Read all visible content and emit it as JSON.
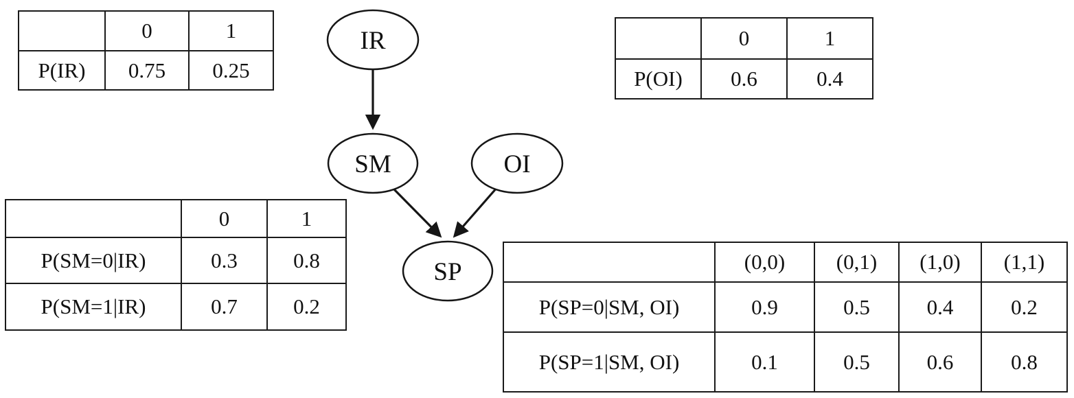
{
  "figure": {
    "type": "bayesian-network",
    "nodes": [
      {
        "id": "IR",
        "label": "IR"
      },
      {
        "id": "SM",
        "label": "SM"
      },
      {
        "id": "OI",
        "label": "OI"
      },
      {
        "id": "SP",
        "label": "SP"
      }
    ],
    "edges": [
      {
        "from": "IR",
        "to": "SM"
      },
      {
        "from": "SM",
        "to": "SP"
      },
      {
        "from": "OI",
        "to": "SP"
      }
    ]
  },
  "tables": {
    "p_ir": {
      "headers": [
        "",
        "0",
        "1"
      ],
      "rows": [
        [
          "P(IR)",
          "0.75",
          "0.25"
        ]
      ]
    },
    "p_oi": {
      "headers": [
        "",
        "0",
        "1"
      ],
      "rows": [
        [
          "P(OI)",
          "0.6",
          "0.4"
        ]
      ]
    },
    "p_sm_given_ir": {
      "headers": [
        "",
        "0",
        "1"
      ],
      "rows": [
        [
          "P(SM=0|IR)",
          "0.3",
          "0.8"
        ],
        [
          "P(SM=1|IR)",
          "0.7",
          "0.2"
        ]
      ]
    },
    "p_sp_given_sm_oi": {
      "headers": [
        "",
        "(0,0)",
        "(0,1)",
        "(1,0)",
        "(1,1)"
      ],
      "rows": [
        [
          "P(SP=0|SM, OI)",
          "0.9",
          "0.5",
          "0.4",
          "0.2"
        ],
        [
          "P(SP=1|SM, OI)",
          "0.1",
          "0.5",
          "0.6",
          "0.8"
        ]
      ]
    }
  },
  "colors": {
    "ink": "#161616",
    "background": "#ffffff"
  }
}
